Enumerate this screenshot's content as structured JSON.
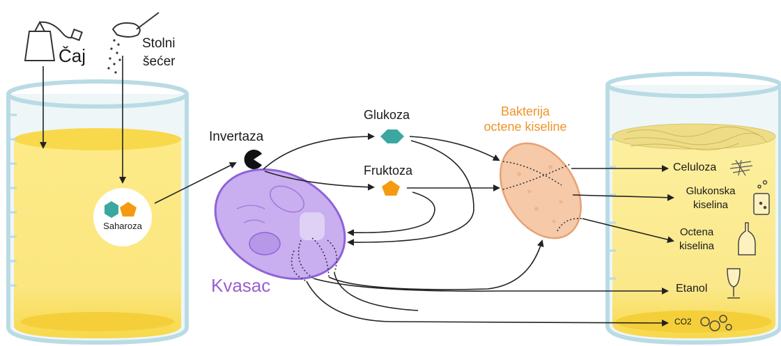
{
  "labels": {
    "tea": "Čaj",
    "sugar_line1": "Stolni",
    "sugar_line2": "šećer",
    "sucrose": "Saharoza",
    "invertase": "Invertaza",
    "glucose": "Glukoza",
    "fructose": "Fruktoza",
    "bacteria_line1": "Bakterija",
    "bacteria_line2": "octene kiseline",
    "yeast": "Kvasac",
    "cellulose": "Celuloza",
    "gluconic_line1": "Glukonska",
    "gluconic_line2": "kiselina",
    "acetic_line1": "Octena",
    "acetic_line2": "kiselina",
    "ethanol": "Etanol",
    "co2": "CO2"
  },
  "colors": {
    "liquid": "#fbe98a",
    "liquid_bottom": "#f6d84a",
    "glass_edge": "#b9dbe4",
    "glucose_hex": "#3aa7a0",
    "fructose_pent": "#f49b12",
    "bacteria_fill": "#f6c9a8",
    "bacteria_label": "#f0932b",
    "yeast_fill": "#c9aef0",
    "yeast_edge": "#8f63d6",
    "yeast_label": "#9a5fd0",
    "arrow": "#222222"
  },
  "icons": [
    "tea-bag-icon",
    "sugar-spoon-icon",
    "invertase-pacman-icon",
    "glucose-hexagon-icon",
    "fructose-pentagon-icon",
    "cellulose-fiber-icon",
    "gluconic-beaker-icon",
    "acetic-bottle-icon",
    "ethanol-glass-icon",
    "co2-bubbles-icon"
  ]
}
